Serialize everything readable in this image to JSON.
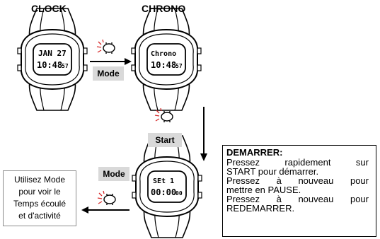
{
  "titles": {
    "clock": "CLOCK",
    "chrono": "CHRONO"
  },
  "watches": {
    "clock": {
      "line1": "JAN 27",
      "line2": "10:48",
      "line2_small": "57"
    },
    "chrono": {
      "line1": "Chrono",
      "line2": "10:48",
      "line2_small": "57"
    },
    "bottom": {
      "line1": "SEt 1",
      "line2": "00:00",
      "line2_small": "00"
    }
  },
  "buttons": {
    "mode_top": "Mode",
    "start": "Start",
    "mode_bottom": "Mode"
  },
  "info": {
    "heading": "DEMARRER:",
    "l1": [
      "Pressez",
      "rapidement",
      "sur"
    ],
    "l2": "START pour démarrer.",
    "l3": [
      "Pressez",
      "à",
      "nouveau",
      "pour"
    ],
    "l4": "mettre en PAUSE.",
    "l5": [
      "Pressez",
      "à",
      "nouveau",
      "pour"
    ],
    "l6": "REDEMARRER."
  },
  "note": {
    "l1": "Utilisez Mode",
    "l2": "pour voir le",
    "l3": "Temps écoulé",
    "l4": "et d'activité"
  },
  "colors": {
    "accent_red": "#d62a2a",
    "label_gray": "#d9d9d9"
  }
}
